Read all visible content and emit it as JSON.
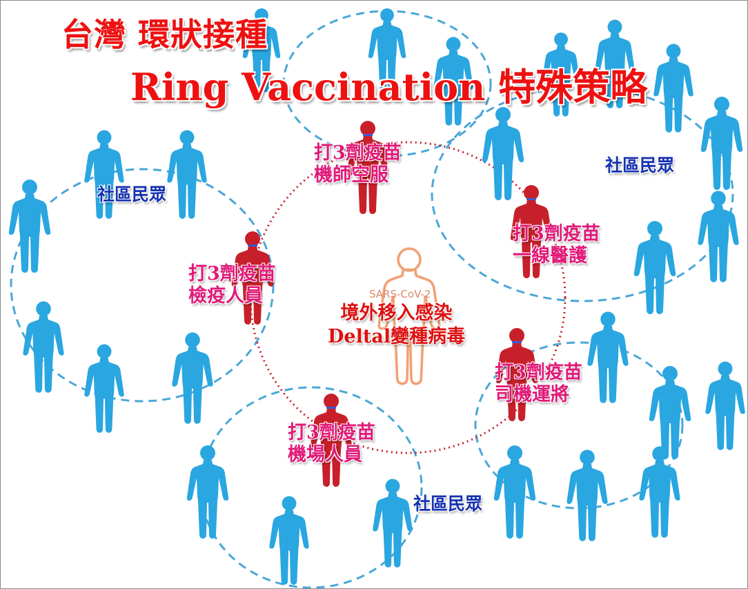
{
  "title": {
    "line1": "台灣  環狀接種",
    "line2": "Ring  Vaccination  特殊策略"
  },
  "community_labels": [
    "社區民眾",
    "社區民眾",
    "社區民眾"
  ],
  "center": {
    "virus_label": "SARS-CoV-2",
    "line1": "境外移入感染",
    "line2": "Deltal變種病毒"
  },
  "workers": [
    {
      "dose": "打3劑疫苗",
      "role": "機師空服"
    },
    {
      "dose": "打3劑疫苗",
      "role": "一線醫護"
    },
    {
      "dose": "打3劑疫苗",
      "role": "檢疫人員"
    },
    {
      "dose": "打3劑疫苗",
      "role": "司機運將"
    },
    {
      "dose": "打3劑疫苗",
      "role": "機場人員"
    }
  ],
  "colors": {
    "community_figure": "#2aa6e0",
    "vaccinated_figure": "#c8202a",
    "index_case_figure": "#f0a276",
    "outer_ring": "#4aa6d8",
    "inner_ring": "#c8202a",
    "title": "#ee1111",
    "worker_text": "#e01a78",
    "community_text": "#1530b0"
  }
}
